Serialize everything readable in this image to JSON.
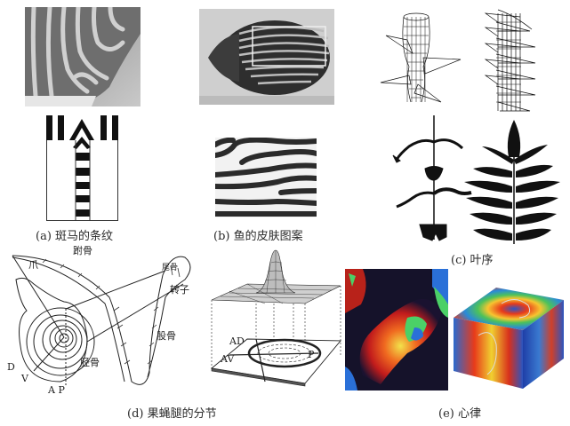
{
  "figure": {
    "panels": [
      {
        "id": "a",
        "caption": "(a) 斑马的条纹"
      },
      {
        "id": "b",
        "caption": "(b) 鱼的皮肤图案"
      },
      {
        "id": "c",
        "caption": "(c) 叶序"
      },
      {
        "id": "d",
        "caption": "(d) 果蝇腿的分节"
      },
      {
        "id": "e",
        "caption": "(e) 心律"
      }
    ],
    "panel_d_labels": {
      "claw": "爪",
      "tarsus": "跗骨",
      "tail_bone": "尾骨",
      "trochanter": "转子",
      "femur": "股骨",
      "tibia": "胫骨",
      "d": "D",
      "v": "V",
      "ap": "A P",
      "ad": "AD",
      "av": "AV",
      "p": "P"
    }
  }
}
